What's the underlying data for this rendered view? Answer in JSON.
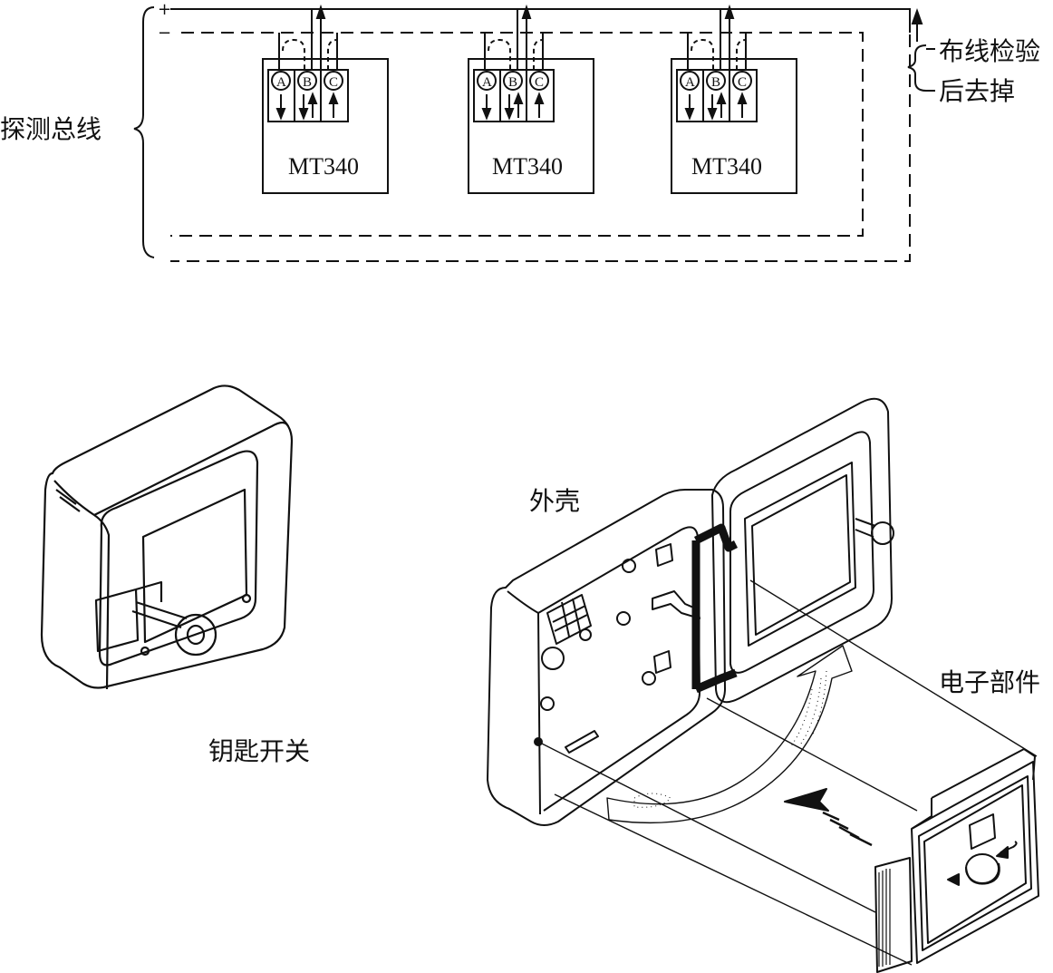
{
  "wiring": {
    "bus_label": "探测总线",
    "plus_sign": "+",
    "minus_sign": "−",
    "check_line_1": "布线检验",
    "check_line_2": "后去掉",
    "modules": [
      {
        "model": "MT340",
        "terminals": [
          "A",
          "B",
          "C"
        ]
      },
      {
        "model": "MT340",
        "terminals": [
          "A",
          "B",
          "C"
        ]
      },
      {
        "model": "MT340",
        "terminals": [
          "A",
          "B",
          "C"
        ]
      }
    ]
  },
  "devices": {
    "key_switch_label": "钥匙开关",
    "housing_label": "外壳",
    "electronics_label": "电子部件"
  }
}
